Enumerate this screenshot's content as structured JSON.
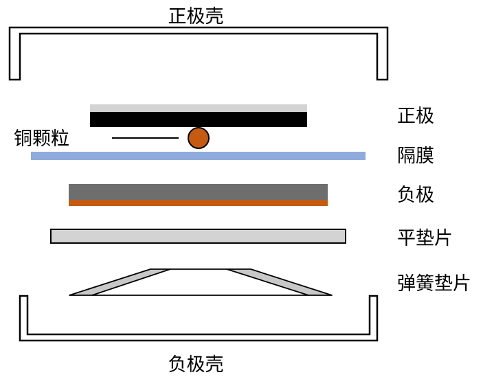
{
  "labels": {
    "positive_case": "正极壳",
    "positive_electrode": "正极",
    "copper_particle": "铜颗粒",
    "separator": "隔膜",
    "negative_electrode": "负极",
    "flat_gasket": "平垫片",
    "spring_gasket": "弹簧垫片",
    "negative_case": "负极壳"
  },
  "colors": {
    "outline": "#000000",
    "positive_top_layer": "#d3d3d3",
    "positive_body": "#000000",
    "copper": "#c55a11",
    "separator": "#8faadc",
    "negative_body": "#6e6e6e",
    "negative_copper_layer": "#c55a11",
    "gasket_fill": "#d3d3d3",
    "spring_fill": "#c8c8c8"
  }
}
